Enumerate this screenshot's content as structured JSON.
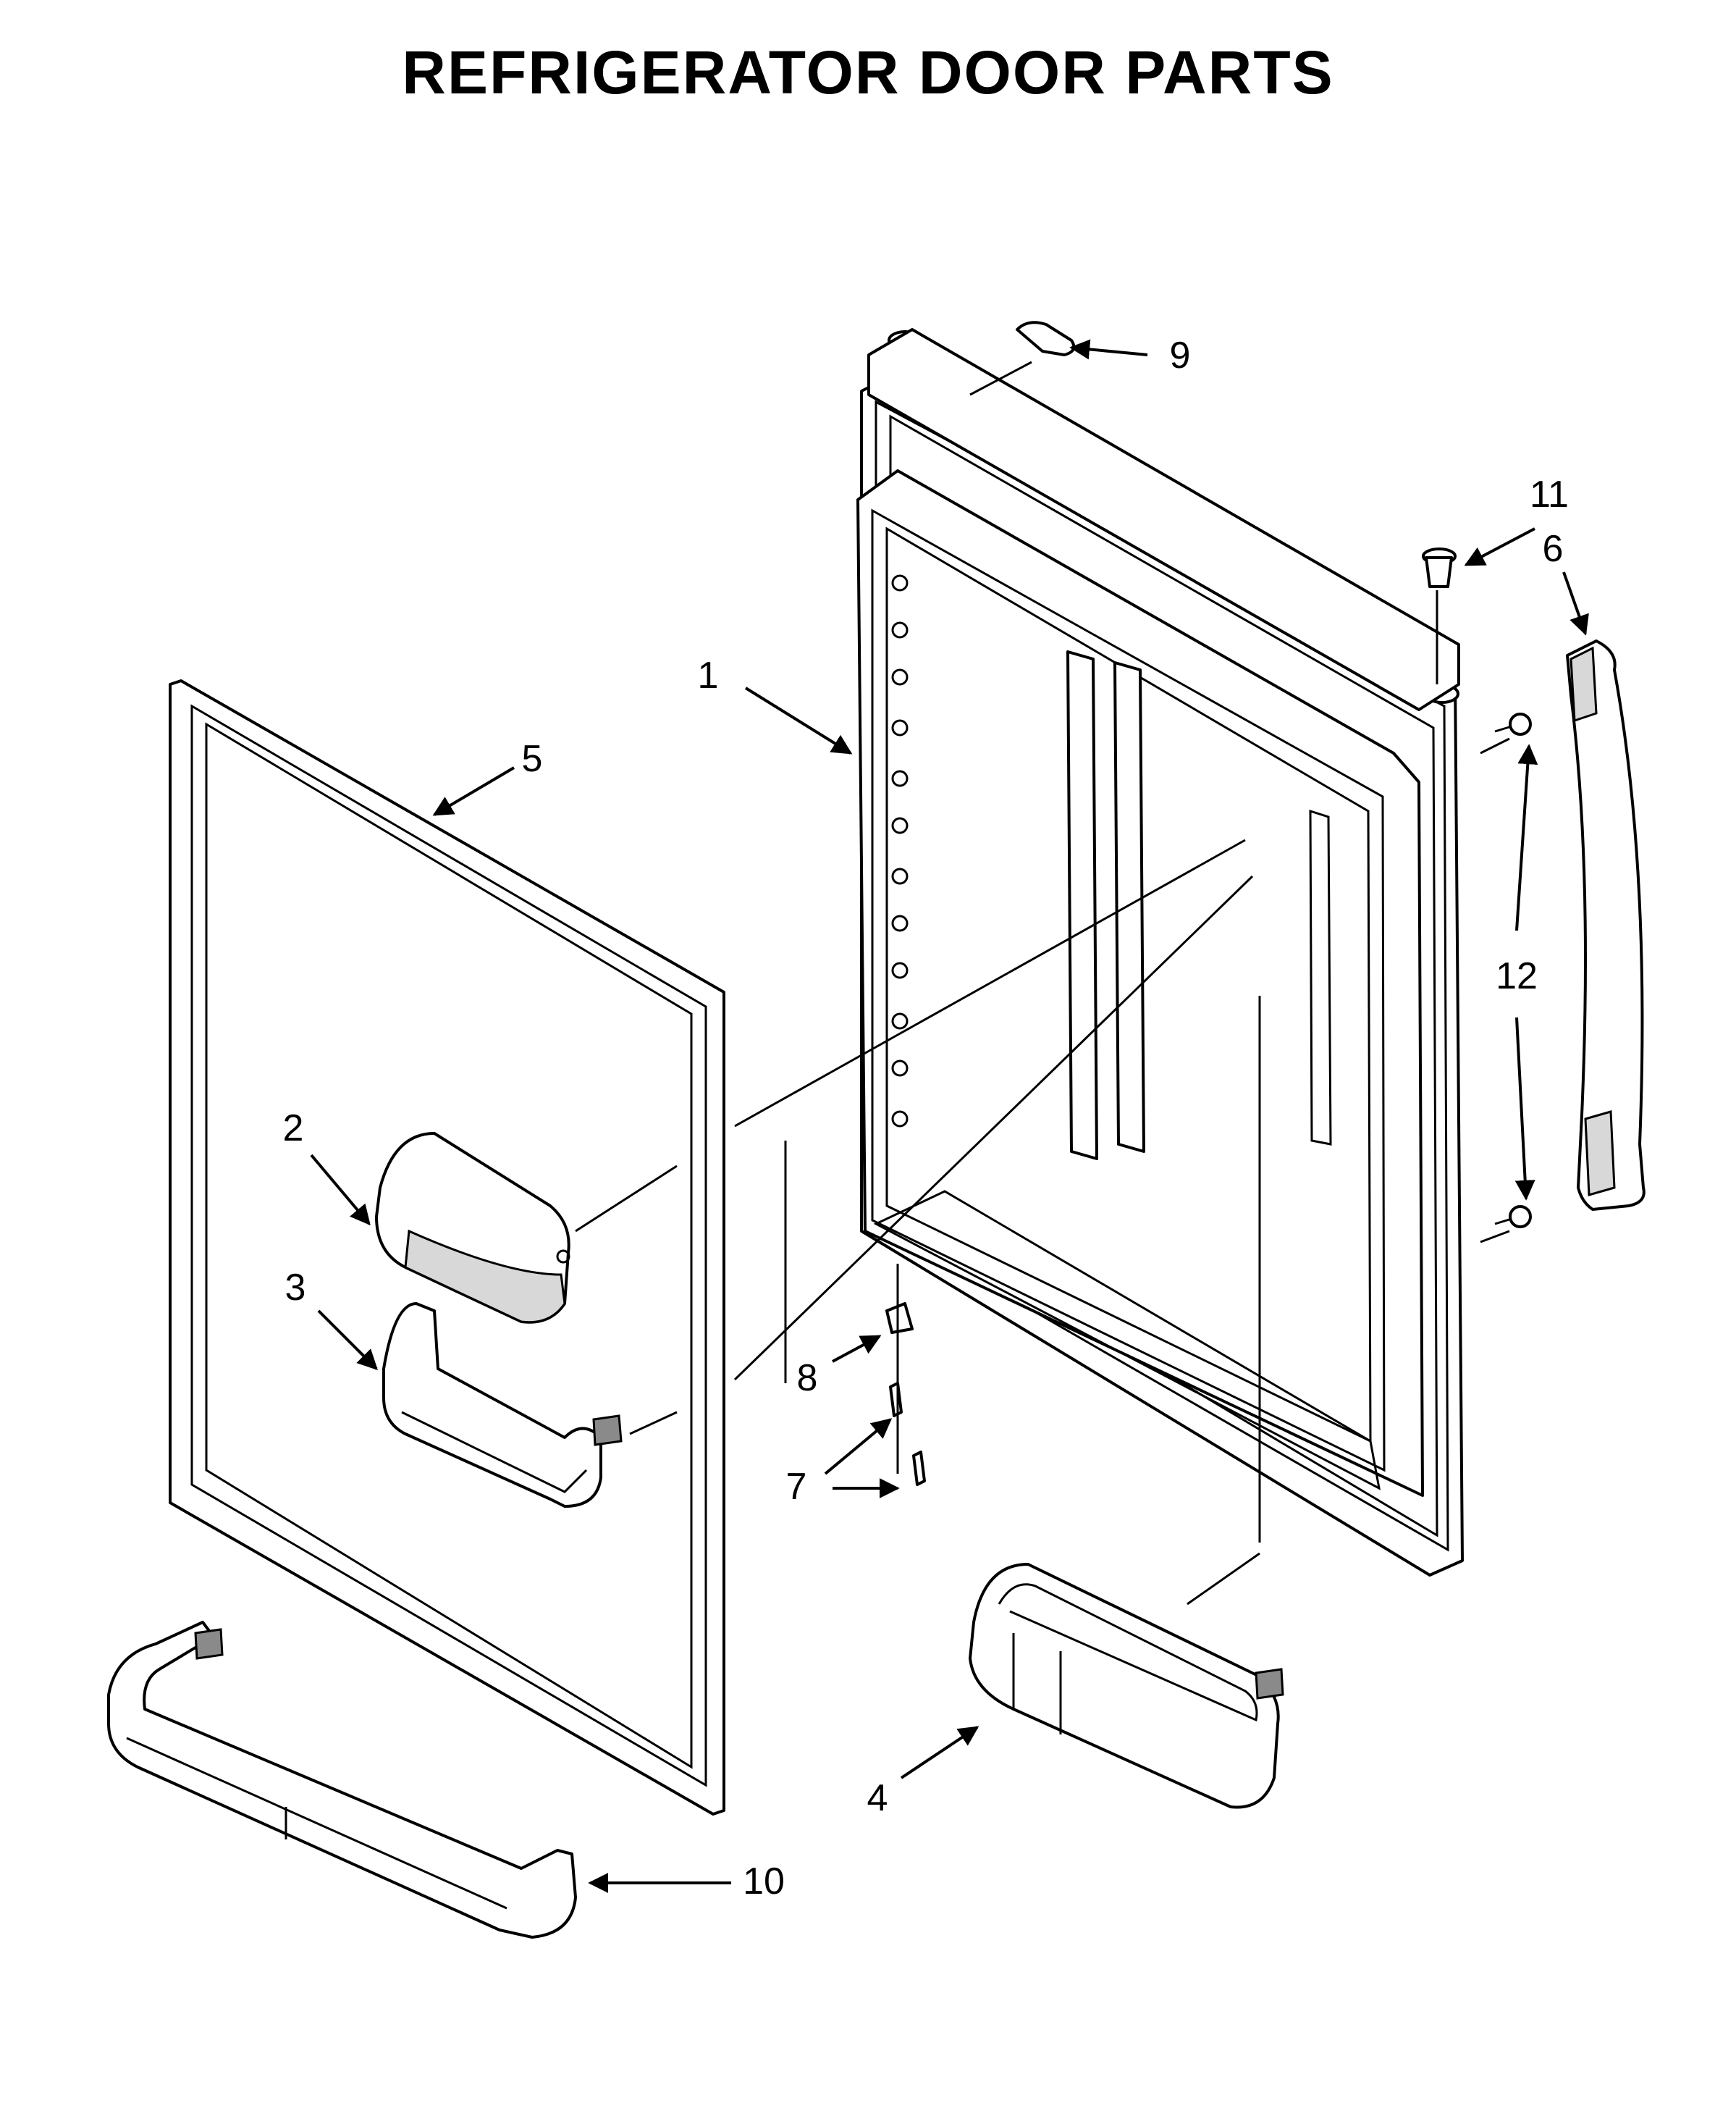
{
  "title": "REFRIGERATOR DOOR PARTS",
  "callouts": [
    {
      "id": "1",
      "label": "1"
    },
    {
      "id": "2",
      "label": "2"
    },
    {
      "id": "3",
      "label": "3"
    },
    {
      "id": "4",
      "label": "4"
    },
    {
      "id": "5",
      "label": "5"
    },
    {
      "id": "6",
      "label": "6"
    },
    {
      "id": "7a",
      "label": "7"
    },
    {
      "id": "7b",
      "label": "7"
    },
    {
      "id": "8",
      "label": "8"
    },
    {
      "id": "9",
      "label": "9"
    },
    {
      "id": "10",
      "label": "10"
    },
    {
      "id": "11",
      "label": "11"
    },
    {
      "id": "12",
      "label": "12"
    }
  ]
}
